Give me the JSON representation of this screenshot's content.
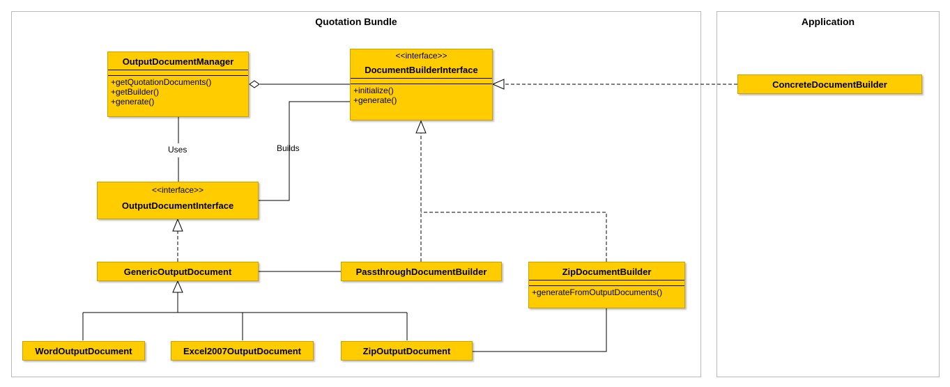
{
  "packages": {
    "quotation_bundle": "Quotation Bundle",
    "application": "Application"
  },
  "classes": {
    "output_document_manager": {
      "name": "OutputDocumentManager",
      "operations": [
        "+getQuotationDocuments()",
        "+getBuilder()",
        "+generate()"
      ]
    },
    "document_builder_interface": {
      "stereotype": "<<interface>>",
      "name": "DocumentBuilderInterface",
      "operations": [
        "+initialize()",
        "+generate()"
      ]
    },
    "concrete_document_builder": {
      "name": "ConcreteDocumentBuilder"
    },
    "output_document_interface": {
      "stereotype": "<<interface>>",
      "name": "OutputDocumentInterface"
    },
    "generic_output_document": {
      "name": "GenericOutputDocument"
    },
    "passthrough_document_builder": {
      "name": "PassthroughDocumentBuilder"
    },
    "zip_document_builder": {
      "name": "ZipDocumentBuilder",
      "operations": [
        "+generateFromOutputDocuments()"
      ]
    },
    "word_output_document": {
      "name": "WordOutputDocument"
    },
    "excel2007_output_document": {
      "name": "Excel2007OutputDocument"
    },
    "zip_output_document": {
      "name": "ZipOutputDocument"
    }
  },
  "edge_labels": {
    "uses": "Uses",
    "builds": "Builds"
  }
}
